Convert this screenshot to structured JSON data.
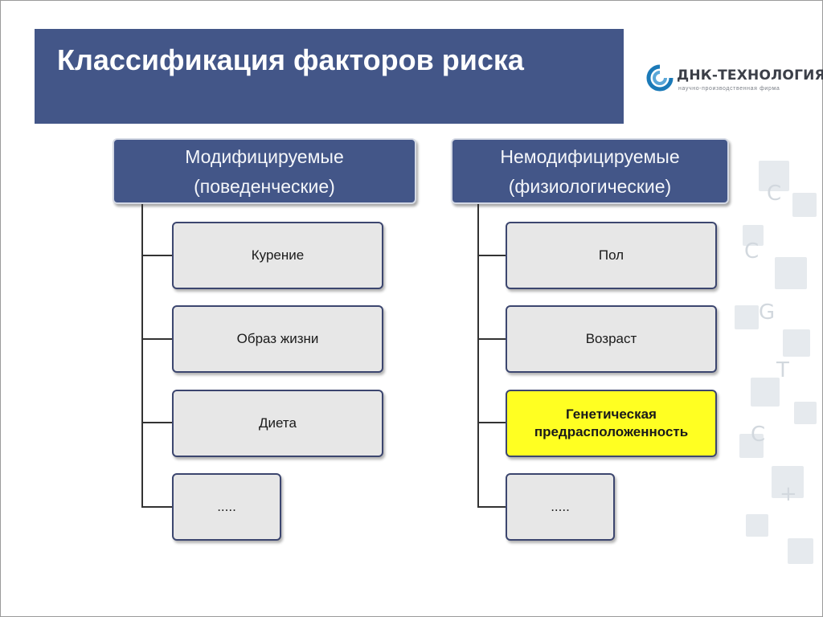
{
  "title": "Классификация факторов риска",
  "logo": {
    "name": "ДНК-ТЕХНОЛОГИЯ",
    "subtitle": "научно-производственная фирма",
    "icon": "dna-logo-icon",
    "color": "#1b7ab8"
  },
  "colors": {
    "header_fill": "#435688",
    "leaf_fill": "#e7e7e7",
    "leaf_border": "#3c466f",
    "highlight_fill": "#ffff22"
  },
  "groups": [
    {
      "heading_line1": "Модифицируемые",
      "heading_line2": "(поведенческие)",
      "items": [
        {
          "label": "Курение",
          "highlighted": false
        },
        {
          "label": "Образ жизни",
          "highlighted": false
        },
        {
          "label": "Диета",
          "highlighted": false
        },
        {
          "label": ".....",
          "highlighted": false
        }
      ]
    },
    {
      "heading_line1": "Немодифицируемые",
      "heading_line2": "(физиологические)",
      "items": [
        {
          "label": "Пол",
          "highlighted": false
        },
        {
          "label": "Возраст",
          "highlighted": false
        },
        {
          "label": "Генетическая предрасположенность",
          "highlighted": true
        },
        {
          "label": ".....",
          "highlighted": false
        }
      ]
    }
  ]
}
